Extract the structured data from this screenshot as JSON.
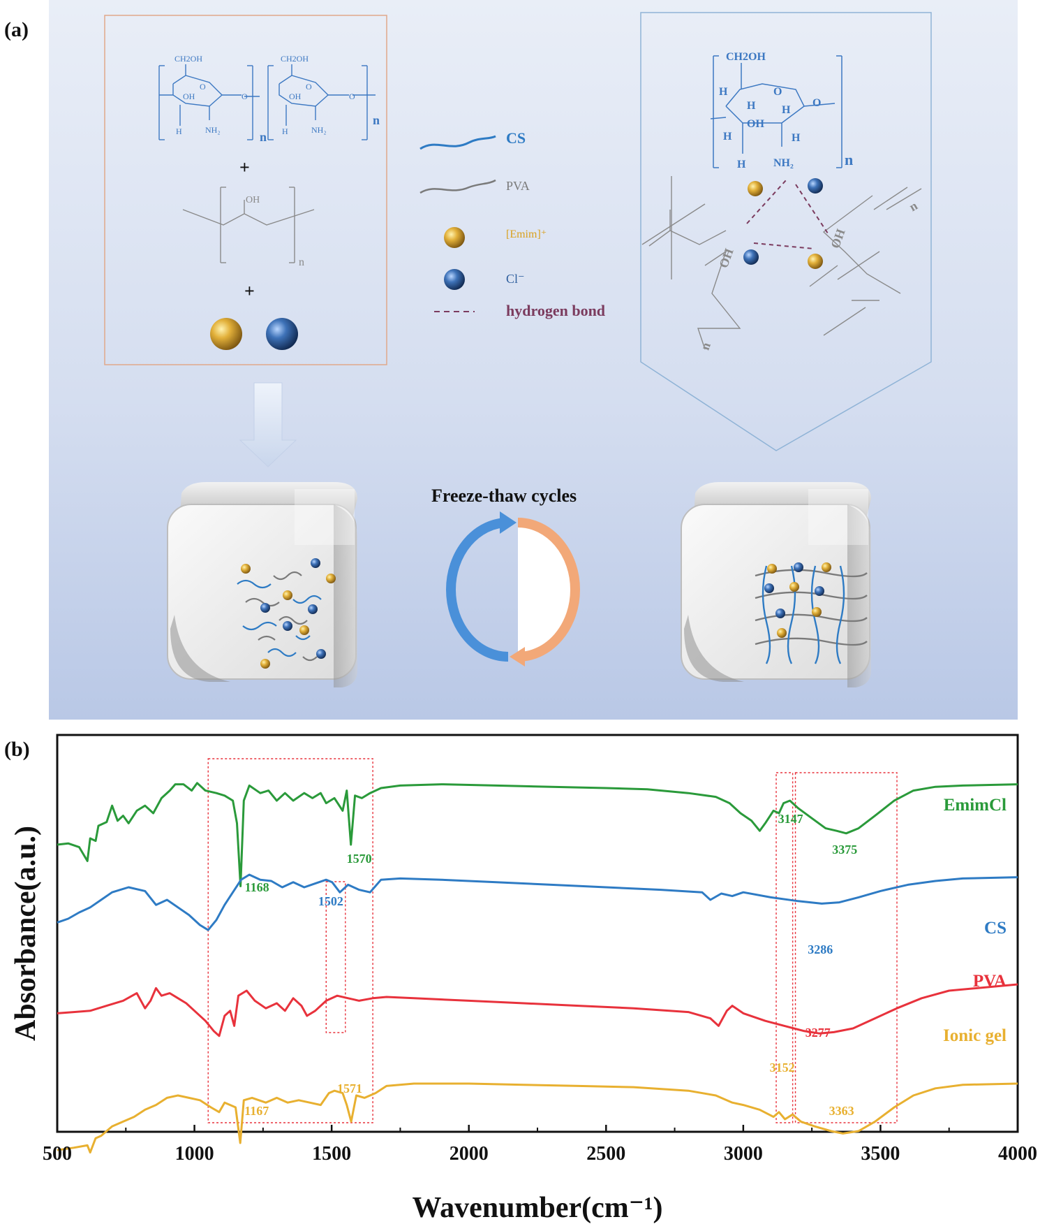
{
  "panel_a": {
    "label": "(a)",
    "chem": {
      "ch2oh": "CH₂OH",
      "ch2oh_plain": "CH2OH",
      "h": "H",
      "o": "O",
      "oh": "OH",
      "nh2": "NH₂",
      "n": "n",
      "plus": "+"
    },
    "legend": {
      "cs": "CS",
      "pva": "PVA",
      "emim": "[Emim]⁺",
      "cl": "Cl⁻",
      "hbond": "hydrogen bond"
    },
    "process": "Freeze-thaw  cycles",
    "colors": {
      "cs": "#2e7bc4",
      "pva": "#7a7a7a",
      "emim": "#d9a01e",
      "cl": "#2f5f9e",
      "hbond": "#7b3b5e",
      "arrow_left": "#4a90d9",
      "arrow_right": "#f2a878"
    }
  },
  "panel_b": {
    "label": "(b)",
    "annotations": [
      {
        "text": "1168",
        "series": "EmimCl",
        "x": 1168,
        "color": "#2a9a3a"
      },
      {
        "text": "1570",
        "series": "EmimCl",
        "x": 1570,
        "color": "#2a9a3a"
      },
      {
        "text": "3147",
        "series": "EmimCl",
        "x": 3147,
        "color": "#2a9a3a"
      },
      {
        "text": "3375",
        "series": "EmimCl",
        "x": 3375,
        "color": "#2a9a3a"
      },
      {
        "text": "1502",
        "series": "CS",
        "x": 1502,
        "color": "#2e7bc4"
      },
      {
        "text": "3286",
        "series": "CS",
        "x": 3286,
        "color": "#2e7bc4"
      },
      {
        "text": "3277",
        "series": "PVA",
        "x": 3277,
        "color": "#e8323c"
      },
      {
        "text": "1167",
        "series": "Ionic gel",
        "x": 1167,
        "color": "#e8b030"
      },
      {
        "text": "1571",
        "series": "Ionic gel",
        "x": 1571,
        "color": "#e8b030"
      },
      {
        "text": "3152",
        "series": "Ionic gel",
        "x": 3152,
        "color": "#e8b030"
      },
      {
        "text": "3363",
        "series": "Ionic gel",
        "x": 3363,
        "color": "#e8b030"
      }
    ]
  },
  "chart_data": {
    "type": "line",
    "title": "",
    "xlabel": "Wavenumber(cm⁻¹)",
    "ylabel": "Absorbance(a.u.)",
    "xlim": [
      500,
      4000
    ],
    "xticks": [
      "500",
      "1000",
      "1500",
      "2000",
      "2500",
      "3000",
      "3500",
      "4000"
    ],
    "yticks": [],
    "legend": "right, inline series labels",
    "series": [
      {
        "name": "EmimCl",
        "color": "#2a9a3a",
        "x": [
          500,
          540,
          580,
          610,
          620,
          640,
          650,
          680,
          700,
          720,
          740,
          760,
          790,
          820,
          850,
          880,
          910,
          930,
          960,
          990,
          1010,
          1040,
          1080,
          1110,
          1140,
          1155,
          1168,
          1180,
          1200,
          1240,
          1270,
          1300,
          1330,
          1360,
          1400,
          1430,
          1460,
          1480,
          1510,
          1540,
          1555,
          1570,
          1585,
          1610,
          1640,
          1680,
          1750,
          1900,
          2100,
          2300,
          2500,
          2650,
          2800,
          2900,
          2950,
          2990,
          3030,
          3060,
          3080,
          3110,
          3130,
          3147,
          3170,
          3200,
          3250,
          3300,
          3340,
          3375,
          3420,
          3480,
          3550,
          3620,
          3700,
          3800,
          4000
        ],
        "y": [
          0.45,
          0.46,
          0.43,
          0.32,
          0.5,
          0.48,
          0.6,
          0.63,
          0.76,
          0.64,
          0.68,
          0.62,
          0.72,
          0.76,
          0.7,
          0.82,
          0.88,
          0.93,
          0.93,
          0.88,
          0.94,
          0.88,
          0.86,
          0.84,
          0.8,
          0.62,
          0.12,
          0.8,
          0.92,
          0.86,
          0.88,
          0.8,
          0.86,
          0.8,
          0.86,
          0.82,
          0.86,
          0.78,
          0.82,
          0.72,
          0.88,
          0.45,
          0.84,
          0.82,
          0.86,
          0.9,
          0.92,
          0.93,
          0.92,
          0.91,
          0.9,
          0.89,
          0.86,
          0.83,
          0.78,
          0.7,
          0.64,
          0.56,
          0.62,
          0.72,
          0.7,
          0.78,
          0.8,
          0.74,
          0.66,
          0.58,
          0.56,
          0.54,
          0.58,
          0.68,
          0.8,
          0.88,
          0.91,
          0.92,
          0.93
        ]
      },
      {
        "name": "CS",
        "color": "#2e7bc4",
        "x": [
          500,
          540,
          580,
          620,
          660,
          700,
          760,
          820,
          860,
          900,
          940,
          980,
          1020,
          1050,
          1080,
          1110,
          1140,
          1170,
          1200,
          1240,
          1280,
          1320,
          1360,
          1400,
          1440,
          1480,
          1502,
          1530,
          1560,
          1600,
          1640,
          1680,
          1750,
          1900,
          2100,
          2300,
          2500,
          2700,
          2850,
          2880,
          2920,
          2960,
          3000,
          3100,
          3200,
          3286,
          3350,
          3420,
          3500,
          3600,
          3700,
          3800,
          4000
        ],
        "y": [
          0.22,
          0.25,
          0.3,
          0.34,
          0.4,
          0.46,
          0.5,
          0.47,
          0.36,
          0.4,
          0.34,
          0.28,
          0.2,
          0.16,
          0.24,
          0.36,
          0.46,
          0.56,
          0.6,
          0.56,
          0.55,
          0.5,
          0.54,
          0.5,
          0.53,
          0.56,
          0.54,
          0.46,
          0.52,
          0.48,
          0.46,
          0.56,
          0.57,
          0.56,
          0.54,
          0.52,
          0.5,
          0.48,
          0.46,
          0.4,
          0.45,
          0.43,
          0.46,
          0.42,
          0.39,
          0.37,
          0.38,
          0.42,
          0.47,
          0.52,
          0.55,
          0.57,
          0.58
        ]
      },
      {
        "name": "PVA",
        "color": "#e8323c",
        "x": [
          500,
          560,
          620,
          680,
          740,
          790,
          820,
          840,
          860,
          880,
          910,
          940,
          970,
          1000,
          1040,
          1070,
          1090,
          1110,
          1130,
          1145,
          1160,
          1190,
          1220,
          1260,
          1300,
          1330,
          1360,
          1390,
          1410,
          1440,
          1480,
          1520,
          1560,
          1600,
          1650,
          1700,
          1800,
          2000,
          2200,
          2400,
          2600,
          2800,
          2880,
          2910,
          2940,
          2960,
          3000,
          3080,
          3150,
          3220,
          3277,
          3330,
          3400,
          3480,
          3560,
          3650,
          3750,
          4000
        ],
        "y": [
          -0.18,
          -0.17,
          -0.16,
          -0.12,
          -0.08,
          -0.02,
          -0.14,
          -0.08,
          0.02,
          -0.04,
          -0.02,
          -0.06,
          -0.1,
          -0.16,
          -0.24,
          -0.32,
          -0.36,
          -0.2,
          -0.16,
          -0.28,
          -0.04,
          0.0,
          -0.08,
          -0.14,
          -0.1,
          -0.16,
          -0.06,
          -0.12,
          -0.2,
          -0.16,
          -0.08,
          -0.04,
          -0.06,
          -0.08,
          -0.06,
          -0.05,
          -0.06,
          -0.08,
          -0.1,
          -0.12,
          -0.14,
          -0.17,
          -0.22,
          -0.28,
          -0.16,
          -0.12,
          -0.18,
          -0.24,
          -0.28,
          -0.32,
          -0.34,
          -0.33,
          -0.3,
          -0.22,
          -0.14,
          -0.06,
          0.0,
          0.05
        ]
      },
      {
        "name": "Ionic gel",
        "color": "#e8b030",
        "x": [
          500,
          560,
          610,
          620,
          640,
          660,
          700,
          740,
          780,
          820,
          860,
          900,
          940,
          980,
          1020,
          1060,
          1090,
          1110,
          1130,
          1150,
          1167,
          1180,
          1210,
          1260,
          1300,
          1340,
          1380,
          1420,
          1460,
          1490,
          1510,
          1540,
          1555,
          1571,
          1590,
          1620,
          1660,
          1700,
          1800,
          2000,
          2200,
          2400,
          2600,
          2800,
          2900,
          2960,
          3000,
          3060,
          3110,
          3130,
          3152,
          3180,
          3210,
          3260,
          3320,
          3363,
          3420,
          3480,
          3550,
          3620,
          3700,
          3800,
          4000
        ],
        "y": [
          -0.86,
          -0.84,
          -0.82,
          -0.88,
          -0.76,
          -0.74,
          -0.66,
          -0.62,
          -0.58,
          -0.52,
          -0.48,
          -0.42,
          -0.4,
          -0.42,
          -0.44,
          -0.5,
          -0.54,
          -0.46,
          -0.48,
          -0.5,
          -0.8,
          -0.44,
          -0.42,
          -0.46,
          -0.42,
          -0.46,
          -0.44,
          -0.46,
          -0.48,
          -0.38,
          -0.36,
          -0.38,
          -0.48,
          -0.62,
          -0.4,
          -0.42,
          -0.38,
          -0.32,
          -0.3,
          -0.3,
          -0.31,
          -0.32,
          -0.33,
          -0.36,
          -0.4,
          -0.46,
          -0.48,
          -0.52,
          -0.58,
          -0.54,
          -0.6,
          -0.56,
          -0.62,
          -0.66,
          -0.7,
          -0.72,
          -0.7,
          -0.62,
          -0.5,
          -0.4,
          -0.34,
          -0.31,
          -0.3
        ]
      }
    ],
    "highlight_boxes_x": [
      [
        1050,
        1650
      ],
      [
        1480,
        1550
      ],
      [
        3120,
        3180
      ],
      [
        3190,
        3560
      ]
    ]
  }
}
